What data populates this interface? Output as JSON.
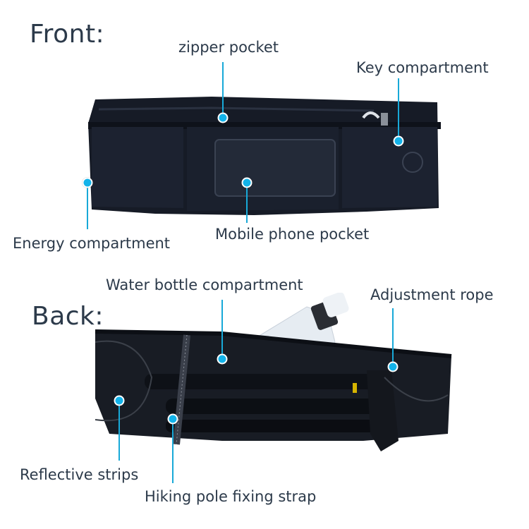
{
  "colors": {
    "accent": "#13b3ea",
    "text": "#2c3a4a",
    "bag": "#151a24"
  },
  "front": {
    "heading": "Front:",
    "labels": {
      "zipper_pocket": "zipper pocket",
      "key_compartment": "Key compartment",
      "energy_compartment": "Energy compartment",
      "mobile_phone_pocket": "Mobile phone pocket"
    }
  },
  "back": {
    "heading": "Back:",
    "labels": {
      "water_bottle_compartment": "Water bottle compartment",
      "adjustment_rope": "Adjustment rope",
      "reflective_strips": "Reflective strips",
      "hiking_pole_fixing_strap": "Hiking pole fixing strap"
    }
  }
}
